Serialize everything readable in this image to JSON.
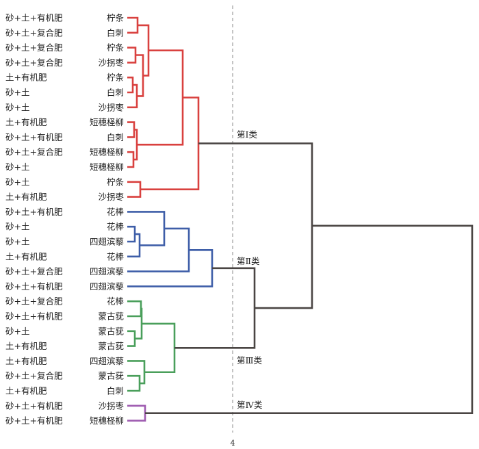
{
  "leaves": [
    {
      "treatment": "砂+土+有机肥",
      "species": "柠条",
      "group": 1
    },
    {
      "treatment": "砂+土+复合肥",
      "species": "白刺",
      "group": 1
    },
    {
      "treatment": "砂+土+复合肥",
      "species": "柠条",
      "group": 1
    },
    {
      "treatment": "砂+土+复合肥",
      "species": "沙拐枣",
      "group": 1
    },
    {
      "treatment": "土+有机肥",
      "species": "柠条",
      "group": 1
    },
    {
      "treatment": "砂+土",
      "species": "白刺",
      "group": 1
    },
    {
      "treatment": "砂+土",
      "species": "沙拐枣",
      "group": 1
    },
    {
      "treatment": "土+有机肥",
      "species": "短穗柽柳",
      "group": 1
    },
    {
      "treatment": "砂+土+有机肥",
      "species": "白刺",
      "group": 1
    },
    {
      "treatment": "砂+土+复合肥",
      "species": "短穗柽柳",
      "group": 1
    },
    {
      "treatment": "砂+土",
      "species": "短穗柽柳",
      "group": 1
    },
    {
      "treatment": "砂+土",
      "species": "柠条",
      "group": 1
    },
    {
      "treatment": "土+有机肥",
      "species": "沙拐枣",
      "group": 1
    },
    {
      "treatment": "砂+土+有机肥",
      "species": "花棒",
      "group": 2
    },
    {
      "treatment": "砂+土",
      "species": "花棒",
      "group": 2
    },
    {
      "treatment": "砂+土",
      "species": "四翅滨藜",
      "group": 2
    },
    {
      "treatment": "土+有机肥",
      "species": "花棒",
      "group": 2
    },
    {
      "treatment": "砂+土+复合肥",
      "species": "四翅滨藜",
      "group": 2
    },
    {
      "treatment": "砂+土+有机肥",
      "species": "四翅滨藜",
      "group": 2
    },
    {
      "treatment": "砂+土+复合肥",
      "species": "花棒",
      "group": 3
    },
    {
      "treatment": "砂+土+有机肥",
      "species": "蒙古莸",
      "group": 3
    },
    {
      "treatment": "砂+土",
      "species": "蒙古莸",
      "group": 3
    },
    {
      "treatment": "土+有机肥",
      "species": "蒙古莸",
      "group": 3
    },
    {
      "treatment": "土+有机肥",
      "species": "四翅滨藜",
      "group": 3
    },
    {
      "treatment": "砂+土+复合肥",
      "species": "蒙古莸",
      "group": 3
    },
    {
      "treatment": "土+有机肥",
      "species": "白刺",
      "group": 3
    },
    {
      "treatment": "砂+土+有机肥",
      "species": "沙拐枣",
      "group": 4
    },
    {
      "treatment": "砂+土+有机肥",
      "species": "短穗柽柳",
      "group": 4
    }
  ],
  "clusters": [
    {
      "label": "第Ⅰ类",
      "color": "#d9413f"
    },
    {
      "label": "第Ⅱ类",
      "color": "#3e5ea8"
    },
    {
      "label": "第Ⅲ类",
      "color": "#4a9f5b"
    },
    {
      "label": "第Ⅳ类",
      "color": "#9e5bb0"
    }
  ],
  "trunk_color": "#4a4543",
  "cut_line": {
    "value": "4",
    "color": "#888888"
  }
}
